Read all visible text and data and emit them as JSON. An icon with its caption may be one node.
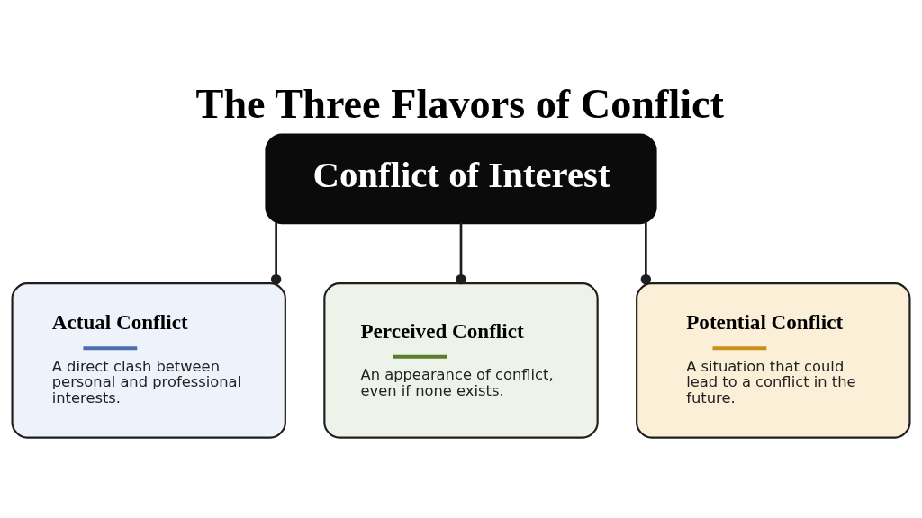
{
  "diagram": {
    "title": "The Three Flavors of Conflict",
    "nodes": [
      {
        "text": [
          "Conflict of Interest"
        ]
      },
      {
        "text": [
          "Actual Conflict",
          "A direct clash between personal and professional interests."
        ]
      },
      {
        "text": [
          "Perceived Conflict",
          "An appearance of conflict, even if none exists."
        ]
      },
      {
        "text": [
          "Potential Conflict",
          "A situation that could lead to a conflict in the future."
        ]
      }
    ],
    "edges": [
      {
        "from": 0,
        "to": 1,
        "arrow": "other"
      },
      {
        "from": 0,
        "to": 2,
        "arrow": "other"
      },
      {
        "from": 0,
        "to": 3,
        "arrow": "other"
      }
    ]
  }
}
